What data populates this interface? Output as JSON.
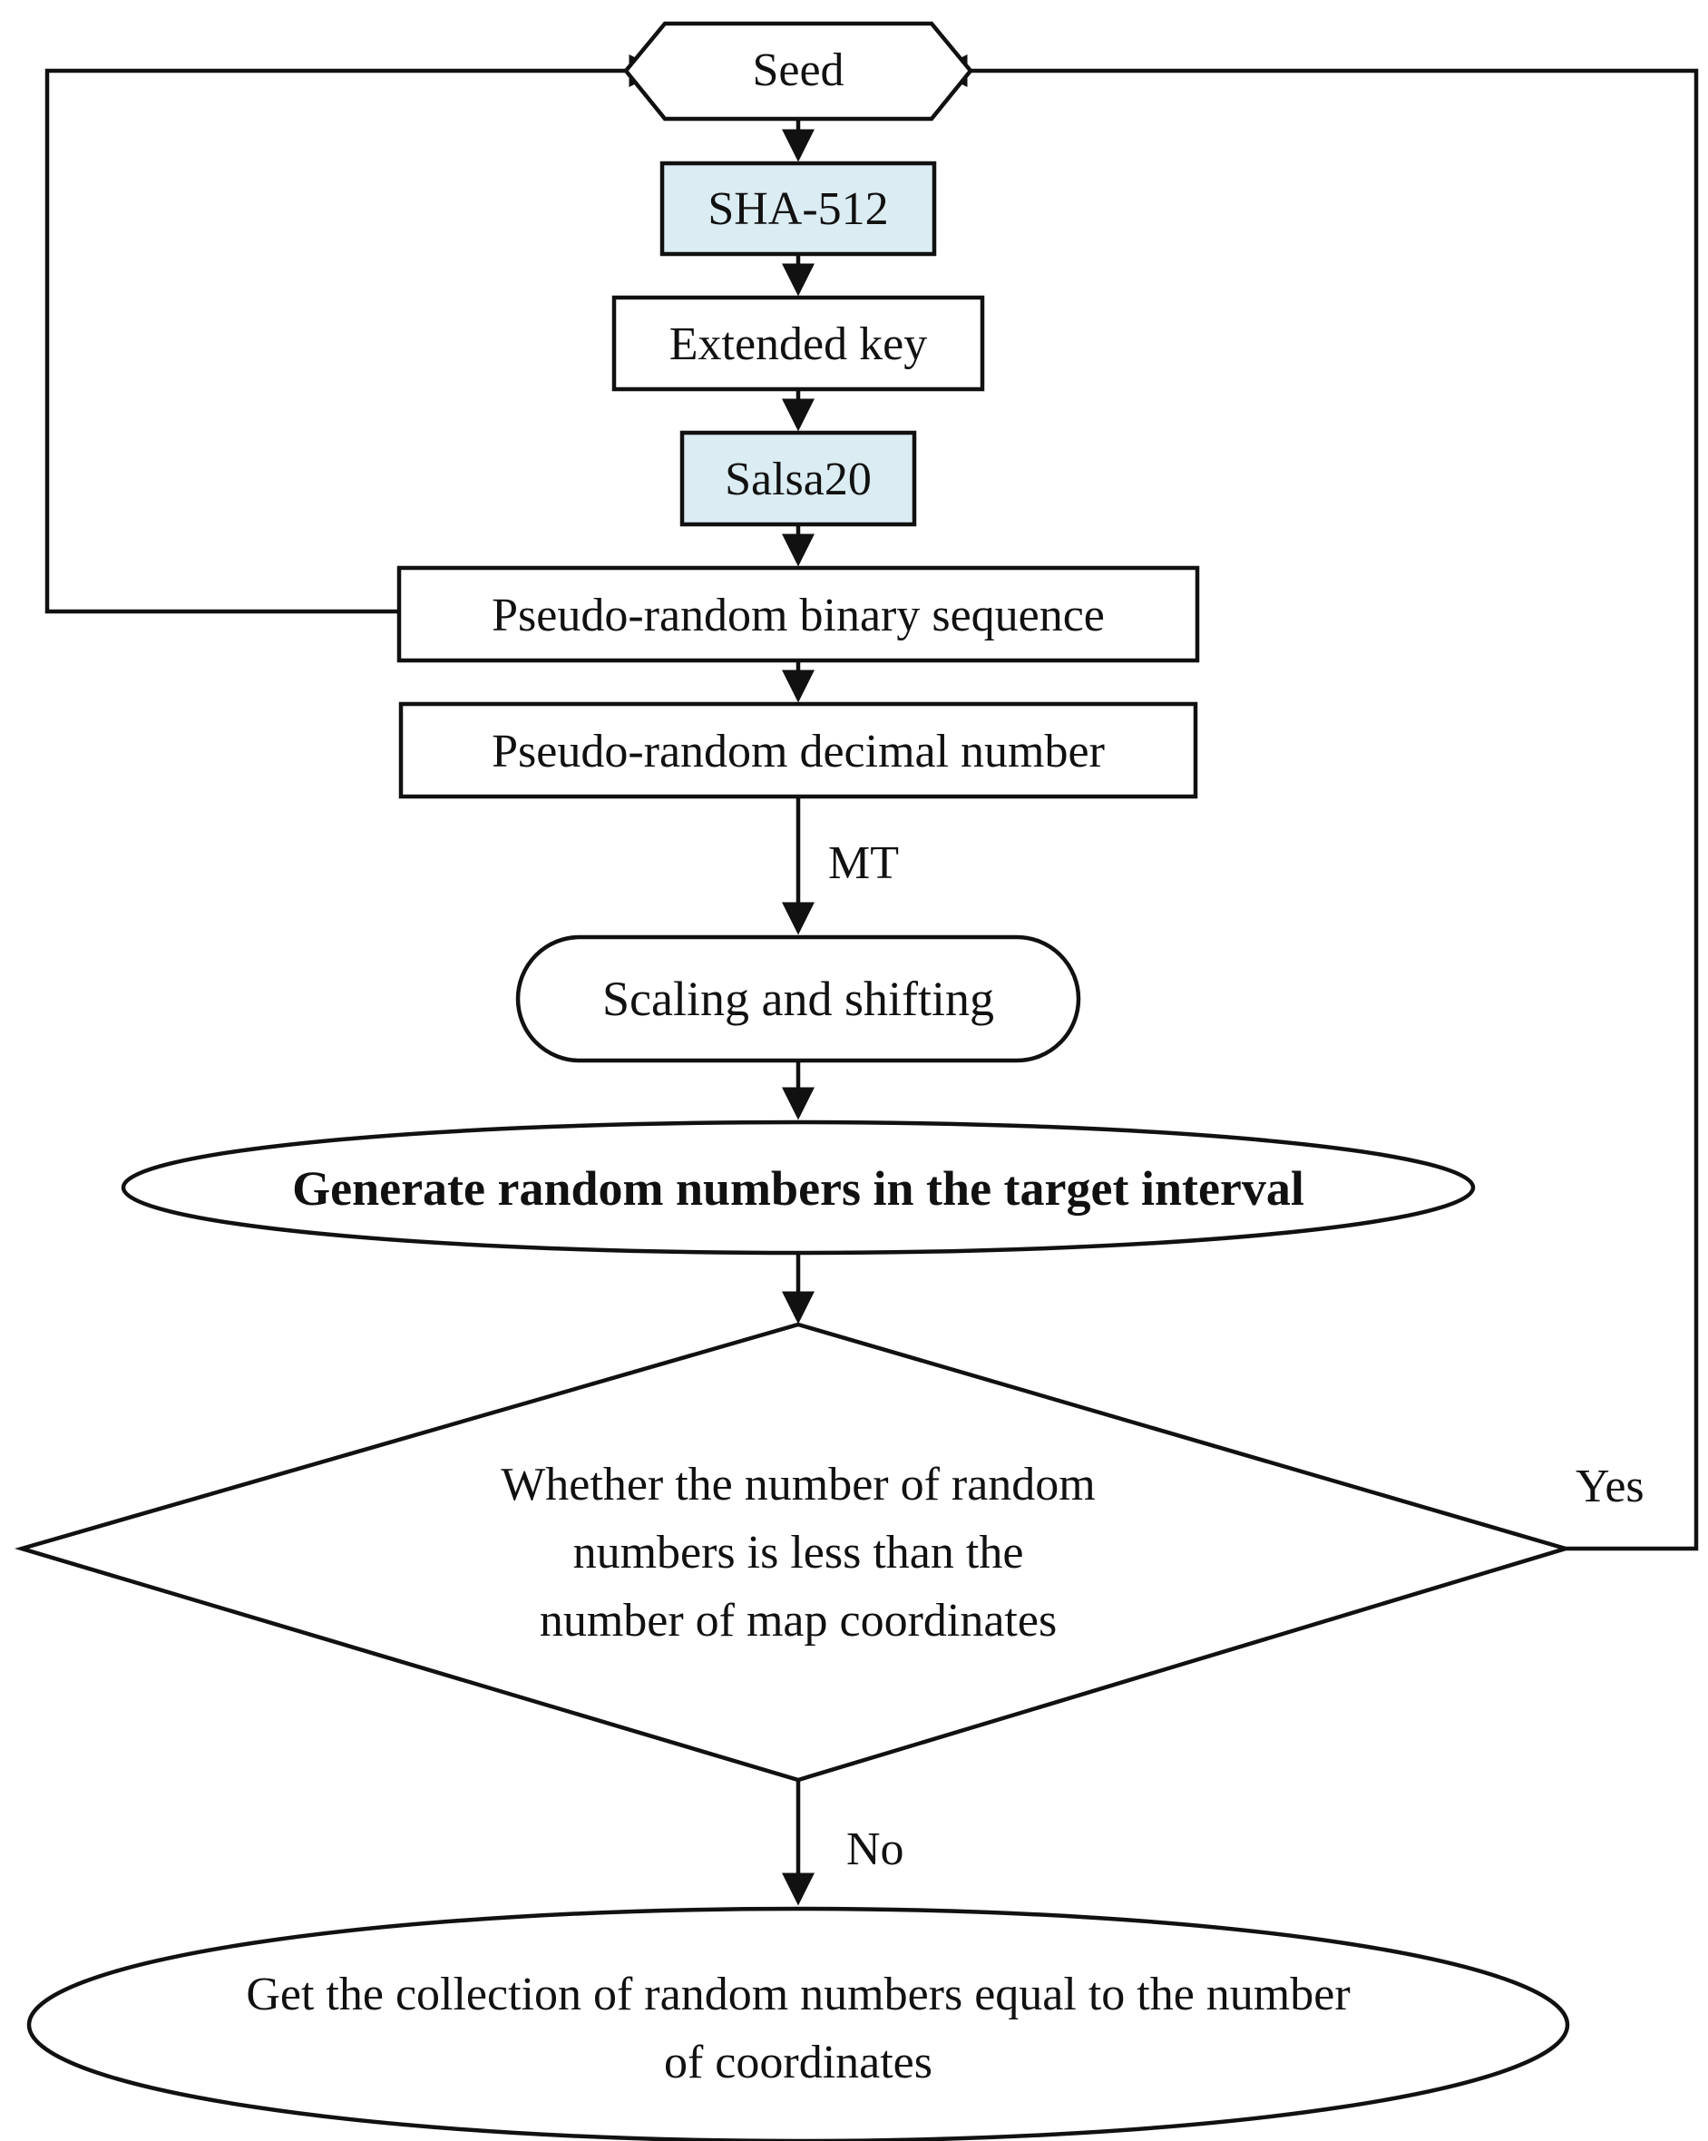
{
  "flowchart": {
    "nodes": {
      "seed": {
        "label": "Seed",
        "shape": "hexagon"
      },
      "sha512": {
        "label": "SHA-512",
        "shape": "rectangle",
        "fill": "#dbecf2"
      },
      "extended_key": {
        "label": "Extended key",
        "shape": "rectangle"
      },
      "salsa20": {
        "label": "Salsa20",
        "shape": "rectangle",
        "fill": "#dbecf2"
      },
      "prbs": {
        "label": "Pseudo-random binary sequence",
        "shape": "rectangle"
      },
      "prdn": {
        "label": "Pseudo-random decimal number",
        "shape": "rectangle"
      },
      "scaling": {
        "label": "Scaling and shifting",
        "shape": "rounded"
      },
      "generate": {
        "label": "Generate random numbers in the target interval",
        "shape": "ellipse",
        "bold": true
      },
      "decision": {
        "lines": [
          "Whether the number of random",
          "numbers is less than the",
          "number of map coordinates"
        ],
        "shape": "diamond"
      },
      "result": {
        "lines": [
          "Get the collection of random numbers equal to the number",
          "of coordinates"
        ],
        "shape": "ellipse"
      }
    },
    "edge_labels": {
      "mt": "MT",
      "yes": "Yes",
      "no": "No"
    },
    "edges": [
      {
        "from": "seed",
        "to": "sha512"
      },
      {
        "from": "sha512",
        "to": "extended_key"
      },
      {
        "from": "extended_key",
        "to": "salsa20"
      },
      {
        "from": "salsa20",
        "to": "prbs"
      },
      {
        "from": "prbs",
        "to": "prdn"
      },
      {
        "from": "prbs",
        "to": "seed",
        "note": "feedback loop"
      },
      {
        "from": "prdn",
        "to": "scaling",
        "label": "MT"
      },
      {
        "from": "scaling",
        "to": "generate"
      },
      {
        "from": "generate",
        "to": "decision"
      },
      {
        "from": "decision",
        "to": "seed",
        "label": "Yes"
      },
      {
        "from": "decision",
        "to": "result",
        "label": "No"
      }
    ],
    "colors": {
      "stroke": "#111111",
      "highlight_fill": "#dbecf2",
      "background": "#ffffff"
    }
  }
}
